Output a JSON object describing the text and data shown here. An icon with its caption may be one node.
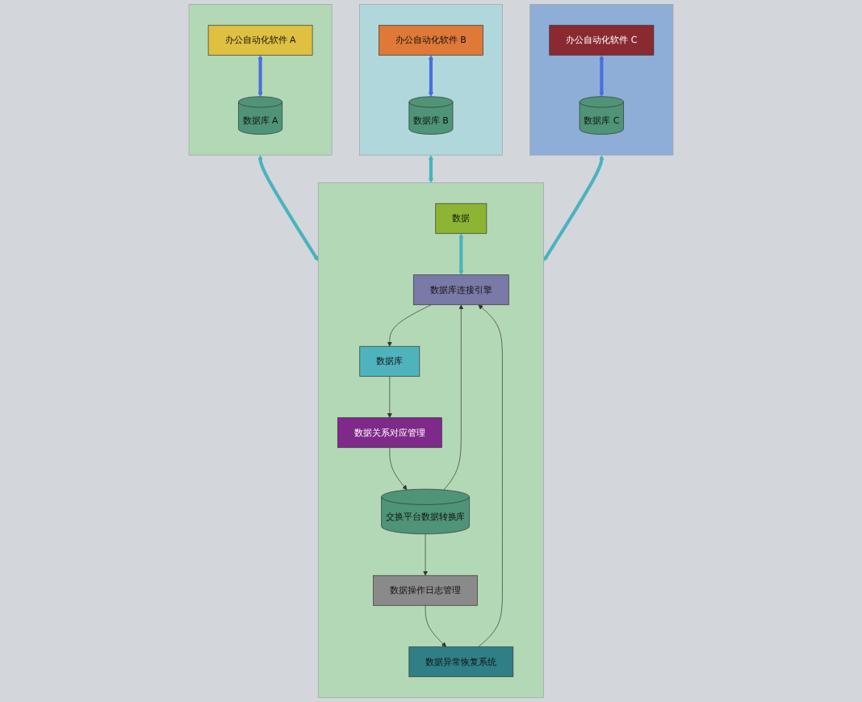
{
  "diagram": {
    "nodes": [
      {
        "text": [],
        "shape": "box"
      },
      {
        "text": [
          "办公自动化软件 A"
        ],
        "in": 0
      },
      {
        "text": [
          "数据库 A"
        ],
        "in": 0
      },
      {
        "text": [],
        "shape": "box"
      },
      {
        "text": [
          "办公自动化软件 B"
        ],
        "in": 3
      },
      {
        "text": [
          "数据库 B"
        ],
        "in": 3
      },
      {
        "text": [],
        "shape": "box"
      },
      {
        "text": [
          "办公自动化软件 C"
        ],
        "in": 6
      },
      {
        "text": [
          "数据库 C"
        ],
        "in": 6
      },
      {
        "text": [],
        "shape": "box"
      },
      {
        "text": [
          "数据"
        ],
        "in": 9
      },
      {
        "text": [
          "数据库"
        ],
        "in": 9
      },
      {
        "text": [
          "数据库连接引擎"
        ],
        "in": 9
      },
      {
        "text": [
          "数据异常恢复系统"
        ],
        "in": 9
      },
      {
        "text": [
          "数据关系对应管理"
        ],
        "in": 9
      },
      {
        "text": [
          "交换平台数据转换库"
        ],
        "in": 9
      },
      {
        "text": [
          "数据操作日志管理"
        ],
        "in": 9
      }
    ],
    "edges": [
      {
        "from": 1,
        "to": 2,
        "arrow": "both",
        "style": "thick",
        "color": "#4a6fdc"
      },
      {
        "from": 4,
        "to": 5,
        "arrow": "both",
        "style": "thick",
        "color": "#4a6fdc"
      },
      {
        "from": 7,
        "to": 8,
        "arrow": "both",
        "style": "thick",
        "color": "#4a6fdc"
      },
      {
        "from": 0,
        "to": 9,
        "arrow": "both",
        "style": "thick",
        "color": "#4ab3bd"
      },
      {
        "from": 3,
        "to": 9,
        "arrow": "both",
        "style": "thick",
        "color": "#4ab3bd"
      },
      {
        "from": 6,
        "to": 9,
        "arrow": "both",
        "style": "thick",
        "color": "#4ab3bd"
      },
      {
        "from": 10,
        "to": 12,
        "arrow": "both",
        "style": "thick",
        "color": "#4ab3bd"
      },
      {
        "from": 12,
        "to": 11,
        "arrow": "to"
      },
      {
        "from": 13,
        "to": 12,
        "arrow": "to"
      },
      {
        "from": 11,
        "to": 14,
        "arrow": "to"
      },
      {
        "from": 14,
        "to": 15,
        "arrow": "to"
      },
      {
        "from": 15,
        "to": 12,
        "arrow": "to"
      },
      {
        "from": 15,
        "to": 16,
        "arrow": "to"
      },
      {
        "from": 16,
        "to": 13,
        "arrow": "to"
      }
    ]
  }
}
